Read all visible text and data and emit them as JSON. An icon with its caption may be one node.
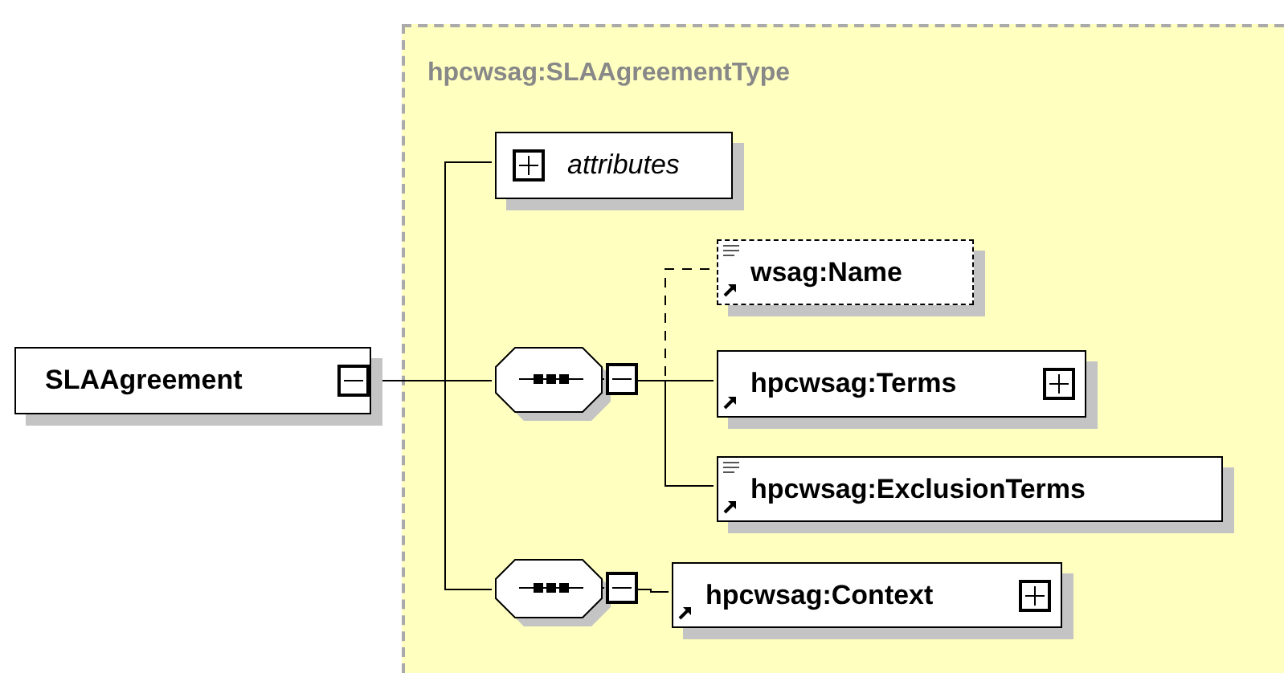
{
  "diagram": {
    "nodes": [
      {
        "text": [
          "hpcwsag:SLAAgreementType"
        ]
      },
      {
        "text": [
          "SLAAgreement"
        ]
      },
      {
        "text": [
          "attributes"
        ],
        "in": 0
      },
      {
        "text": [],
        "shape": "octagon",
        "in": 0
      },
      {
        "text": [
          "wsag:Name"
        ],
        "in": 0
      },
      {
        "text": [
          "hpcwsag:Terms"
        ],
        "in": 0
      },
      {
        "text": [
          "hpcwsag:ExclusionTerms"
        ],
        "in": 0
      },
      {
        "text": [],
        "shape": "octagon",
        "in": 0
      },
      {
        "text": [
          "hpcwsag:Context"
        ],
        "in": 0
      }
    ],
    "edges": [
      {
        "from": 1,
        "to": 2,
        "arrow": "none"
      },
      {
        "from": 1,
        "to": 3,
        "arrow": "none"
      },
      {
        "from": 1,
        "to": 7,
        "arrow": "none"
      },
      {
        "from": 3,
        "to": 4,
        "arrow": "none",
        "style": "dashed"
      },
      {
        "from": 3,
        "to": 5,
        "arrow": "none"
      },
      {
        "from": 3,
        "to": 6,
        "arrow": "none"
      },
      {
        "from": 7,
        "to": 8,
        "arrow": "none"
      }
    ]
  }
}
